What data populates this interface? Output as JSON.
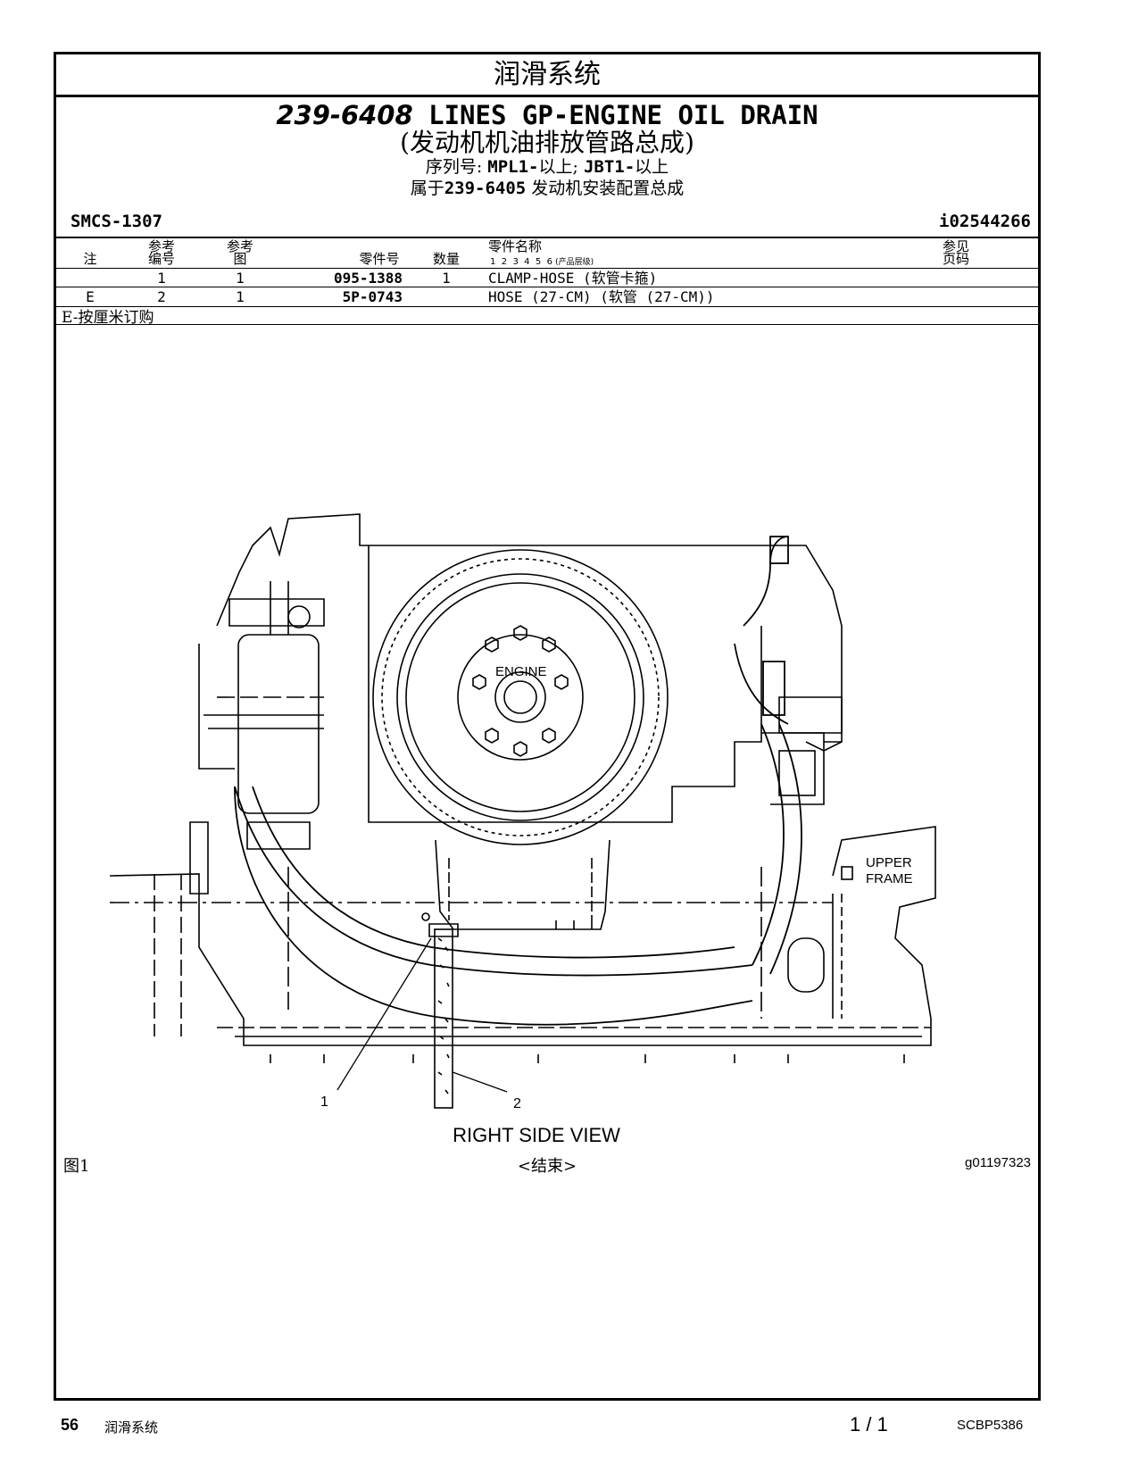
{
  "section_title": "润滑系统",
  "title": {
    "part_number": "239-6408",
    "name_en": "LINES GP-ENGINE OIL DRAIN",
    "name_zh": "(发动机机油排放管路总成)",
    "serial_label": "序列号:",
    "serial_1": "MPL1-",
    "serial_1_suffix": "以上;",
    "serial_2": "JBT1-",
    "serial_2_suffix": "以上",
    "parent_prefix": "属于",
    "parent_pn": "239-6405",
    "parent_name": "发动机安装配置总成"
  },
  "smcs": "SMCS-1307",
  "doc_id": "i02544266",
  "table": {
    "headers": {
      "note": "注",
      "ref_no_1": "参考",
      "ref_no_2": "编号",
      "ref_fig_1": "参考",
      "ref_fig_2": "图",
      "part_no": "零件号",
      "qty": "数量",
      "part_name": "零件名称",
      "levels": "1  2  3  4  5  6",
      "levels_note": "(产品层级)",
      "see_page_1": "参见",
      "see_page_2": "页码"
    },
    "rows": [
      {
        "note": "",
        "ref_no": "1",
        "ref_fig": "1",
        "part_no": "095-1388",
        "qty": "1",
        "name": "CLAMP-HOSE (软管卡箍)"
      },
      {
        "note": "E",
        "ref_no": "2",
        "ref_fig": "1",
        "part_no": "5P-0743",
        "qty": "",
        "name": "HOSE (27-CM) (软管 (27-CM))"
      }
    ],
    "footnote": "E-按厘米订购"
  },
  "figure": {
    "labels": {
      "engine": "ENGINE",
      "upper_frame_1": "UPPER",
      "upper_frame_2": "FRAME",
      "callout_1": "1",
      "callout_2": "2",
      "view": "RIGHT SIDE VIEW"
    },
    "fig_label": "图1",
    "end_label": "<结束>",
    "graphic_id": "g01197323"
  },
  "footer": {
    "page_number": "56",
    "section": "润滑系统",
    "page_count": "1 / 1",
    "doc_code": "SCBP5386"
  }
}
